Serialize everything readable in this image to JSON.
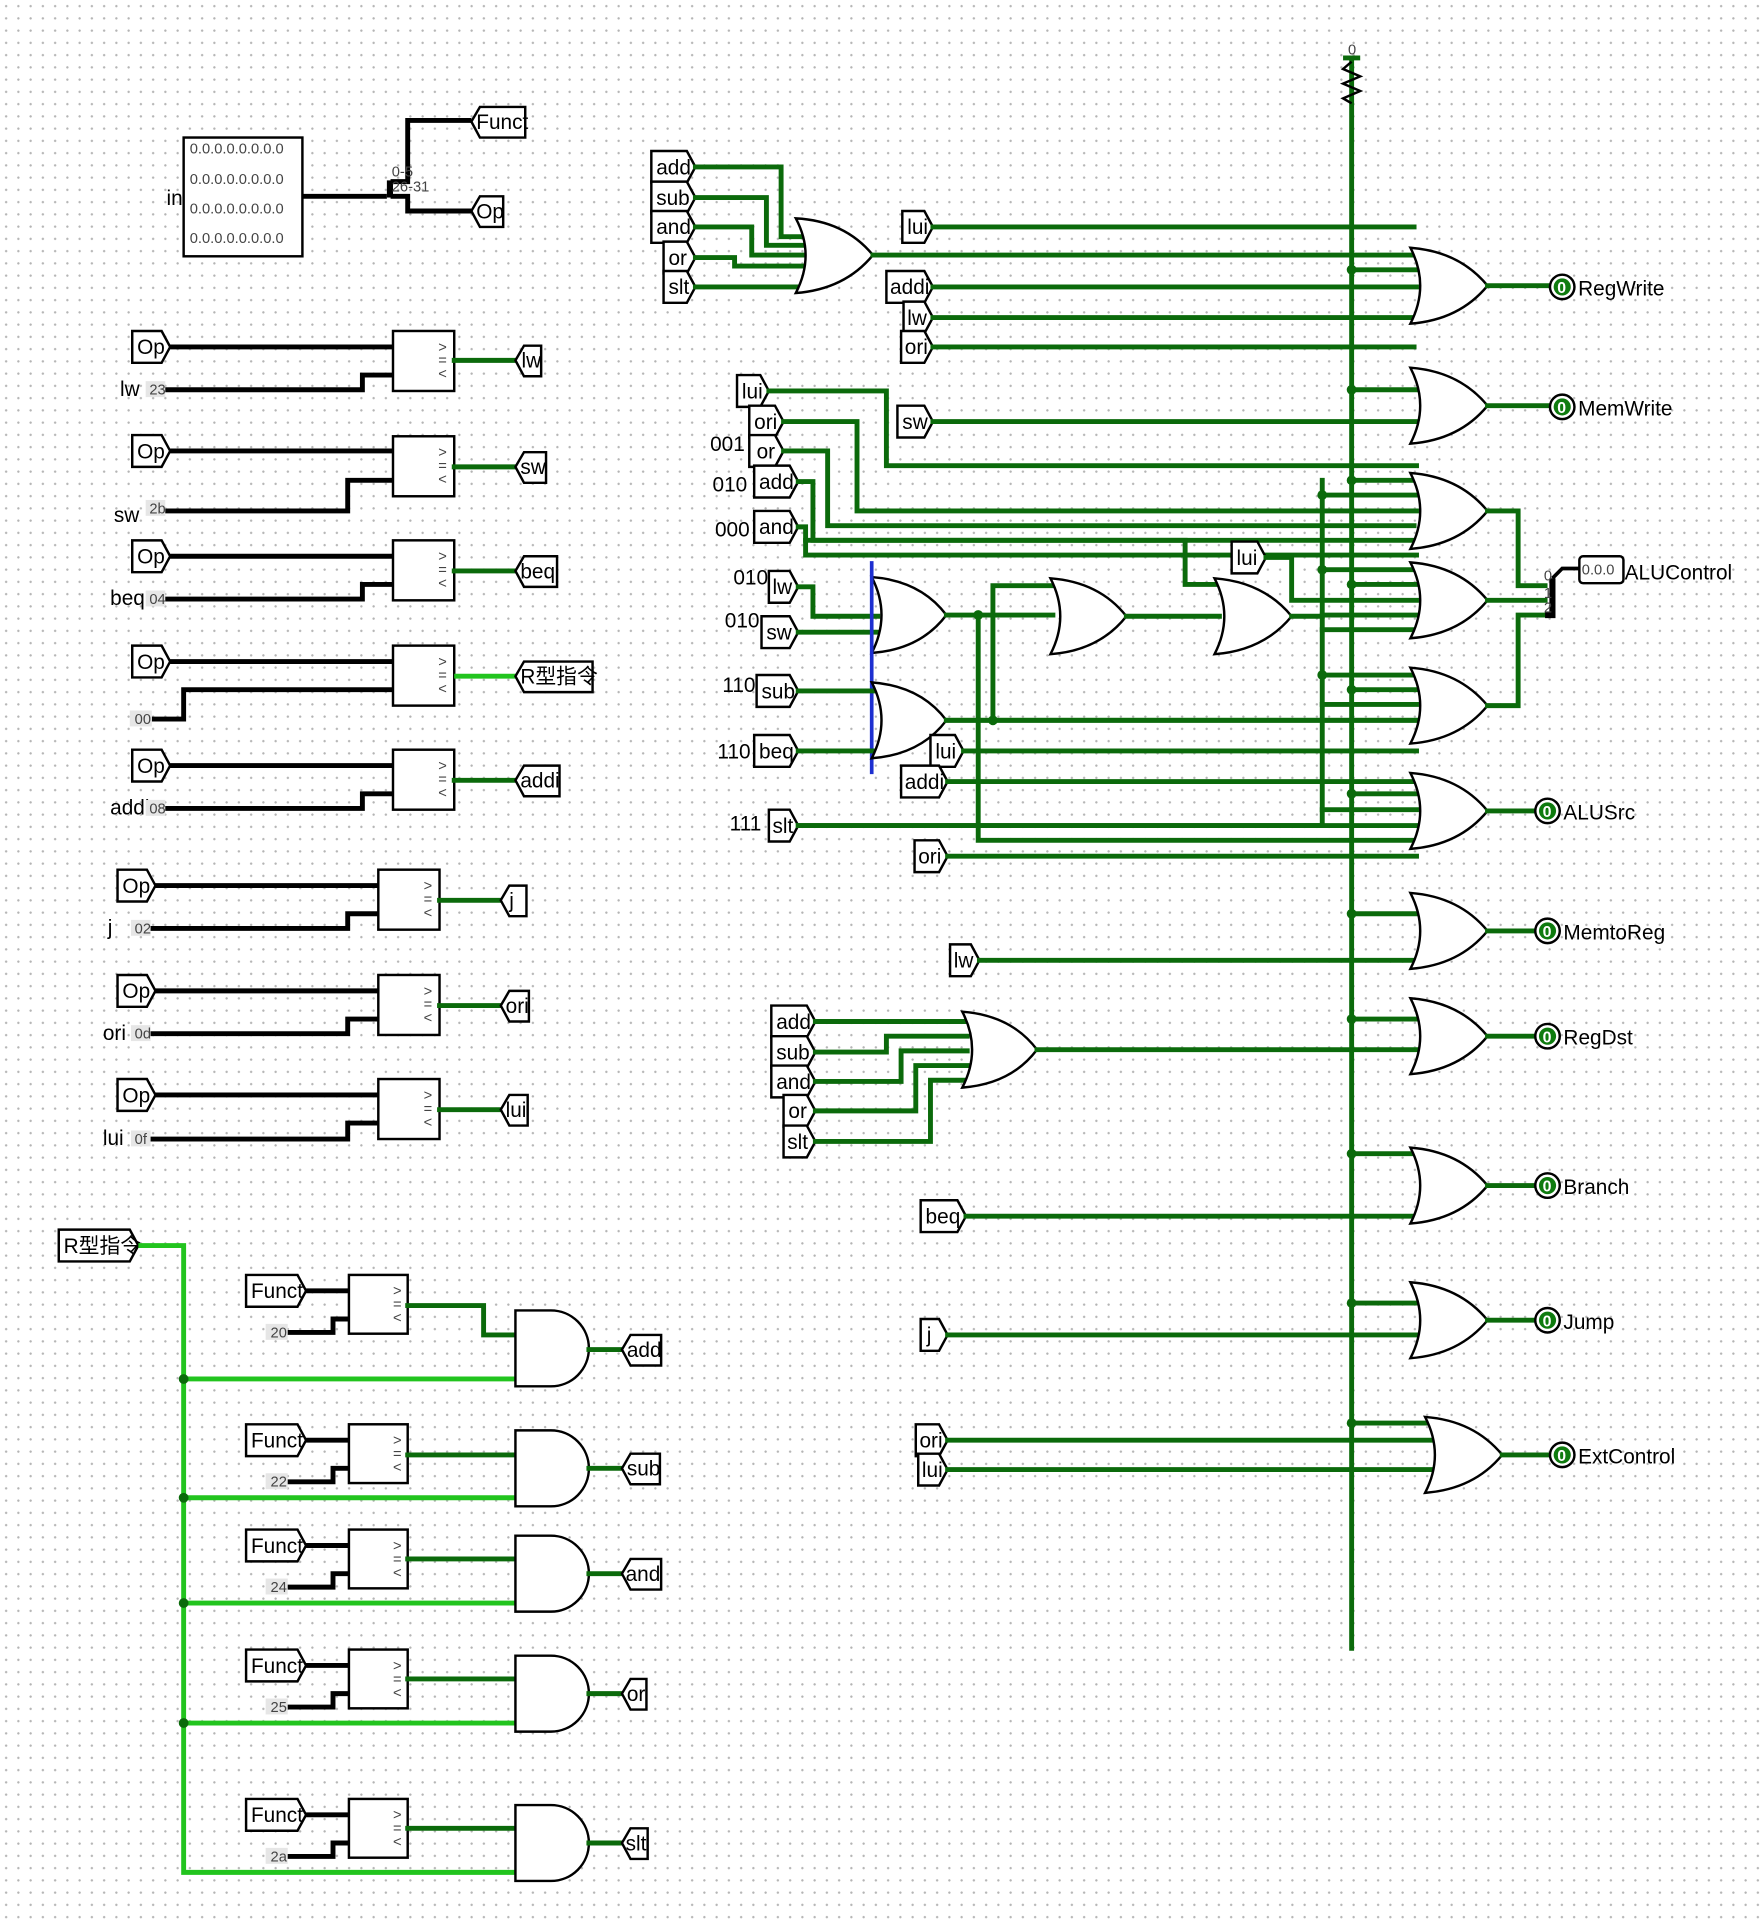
{
  "input_pin": {
    "label": "in",
    "rows": [
      "0.0.0.0.0.0.0.0",
      "0.0.0.0.0.0.0.0",
      "0.0.0.0.0.0.0.0",
      "0.0.0.0.0.0.0.0"
    ]
  },
  "splitter": {
    "top": "0-5",
    "bottom": "26-31"
  },
  "split_tags": [
    "Funct",
    "Op"
  ],
  "comparators": [
    {
      "src": "Op",
      "name": "lw",
      "const": "23",
      "out": "lw"
    },
    {
      "src": "Op",
      "name": "sw",
      "const": "2b",
      "out": "sw"
    },
    {
      "src": "Op",
      "name": "beq",
      "const": "04",
      "out": "beq"
    },
    {
      "src": "Op",
      "name": "",
      "const": "00",
      "out": "R型指令"
    },
    {
      "src": "Op",
      "name": "addi",
      "const": "08",
      "out": "addi"
    },
    {
      "src": "Op",
      "name": "j",
      "const": "02",
      "out": "j"
    },
    {
      "src": "Op",
      "name": "ori",
      "const": "0d",
      "out": "ori"
    },
    {
      "src": "Op",
      "name": "lui",
      "const": "0f",
      "out": "lui"
    }
  ],
  "rtype": {
    "tag": "R型指令",
    "rows": [
      {
        "src": "Funct",
        "const": "20",
        "out": "add"
      },
      {
        "src": "Funct",
        "const": "22",
        "out": "sub"
      },
      {
        "src": "Funct",
        "const": "24",
        "out": "and"
      },
      {
        "src": "Funct",
        "const": "25",
        "out": "or"
      },
      {
        "src": "Funct",
        "const": "2a",
        "out": "slt"
      }
    ]
  },
  "regwrite_tags": [
    "add",
    "sub",
    "and",
    "or",
    "slt",
    "lui",
    "addi",
    "lw",
    "ori"
  ],
  "memwrite_tag": "sw",
  "alu_tags": [
    "lui",
    "ori",
    "or",
    "add",
    "and",
    "lw",
    "sw",
    "sub",
    "beq",
    "slt",
    "lui",
    "lui",
    "addi",
    "ori"
  ],
  "alu_codes": [
    "001",
    "010",
    "000",
    "010",
    "010",
    "110",
    "110",
    "111"
  ],
  "regdst_tags": [
    "add",
    "sub",
    "and",
    "or",
    "slt"
  ],
  "misc_tags": {
    "memtoreg": "lw",
    "branch": "beq",
    "jump": "j",
    "ext_a": "ori",
    "ext_b": "lui"
  },
  "outputs": {
    "value": "0",
    "regwrite": "RegWrite",
    "memwrite": "MemWrite",
    "alucontrol": "ALUControl",
    "alucontrol_value": "0.0.0",
    "alusrc": "ALUSrc",
    "memtoreg": "MemtoReg",
    "regdst": "RegDst",
    "branch": "Branch",
    "jump": "Jump",
    "extcontrol": "ExtControl"
  },
  "pulldown": "0",
  "bus_bits": [
    "0",
    "1",
    "2"
  ]
}
